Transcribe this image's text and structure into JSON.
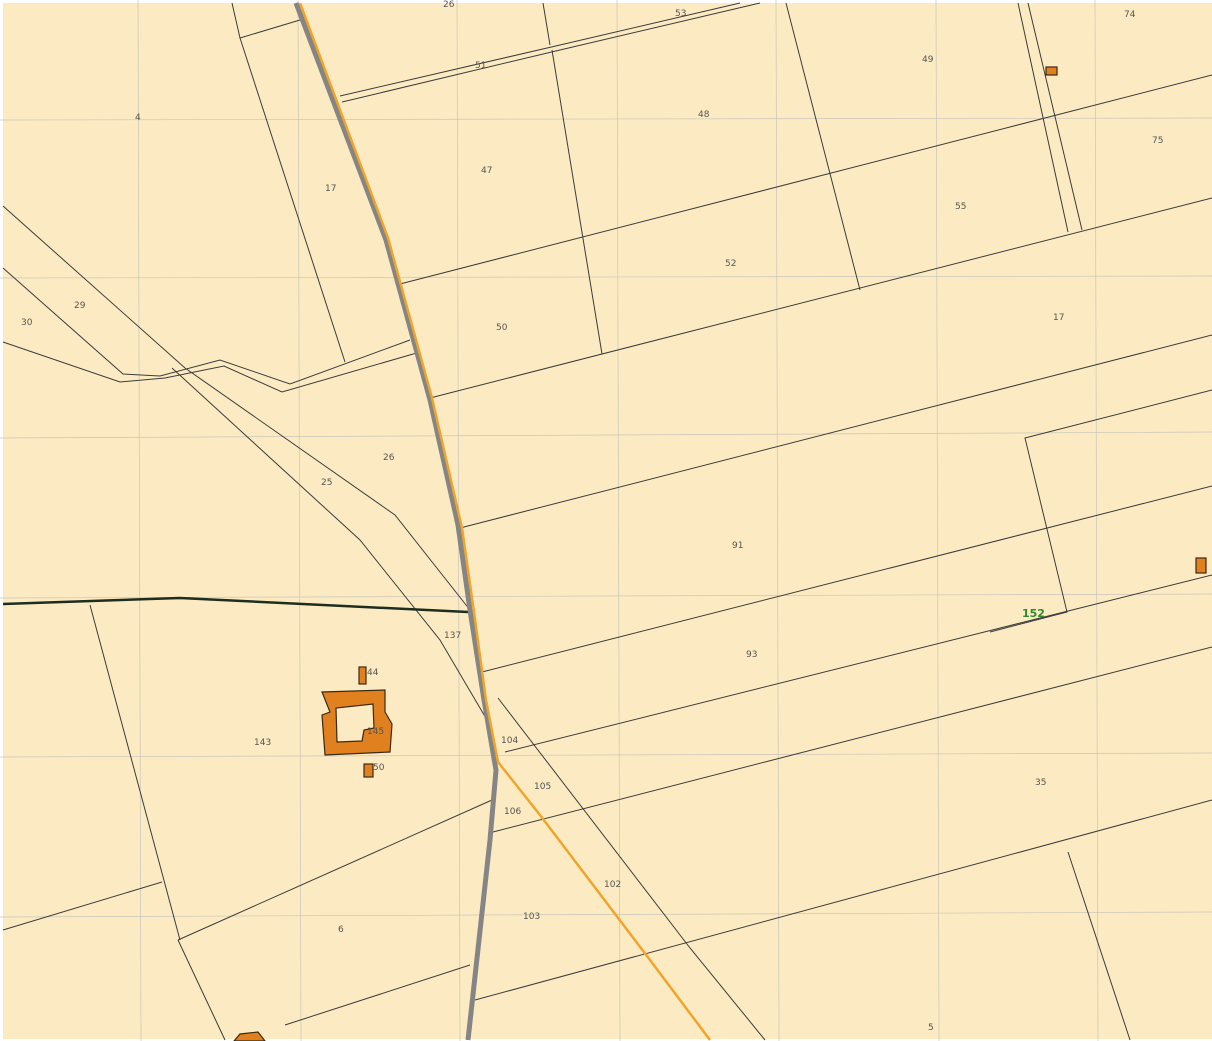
{
  "map": {
    "colors": {
      "land": "#fcebc2",
      "parcel_border": "#3c3c3c",
      "grid": "#c8c5bb",
      "road_gray": "#858585",
      "road_orange": "#f0a52a",
      "building_fill": "#e0801e",
      "building_stroke": "#3a2a15",
      "boundary_dark": "#1f2d1f",
      "label_green": "#2e8b2e"
    },
    "parcel_labels": [
      "26",
      "51",
      "53",
      "74",
      "49",
      "4",
      "47",
      "48",
      "75",
      "17",
      "55",
      "52",
      "29",
      "30",
      "50",
      "17",
      "26",
      "25",
      "91",
      "152",
      "137",
      "93",
      "44",
      "143",
      "145",
      "50",
      "104",
      "105",
      "106",
      "35",
      "102",
      "103",
      "6",
      "5"
    ],
    "highlight_label": "152",
    "buildings": [
      {
        "label": "44"
      },
      {
        "label": "145"
      },
      {
        "label": "50"
      }
    ]
  }
}
